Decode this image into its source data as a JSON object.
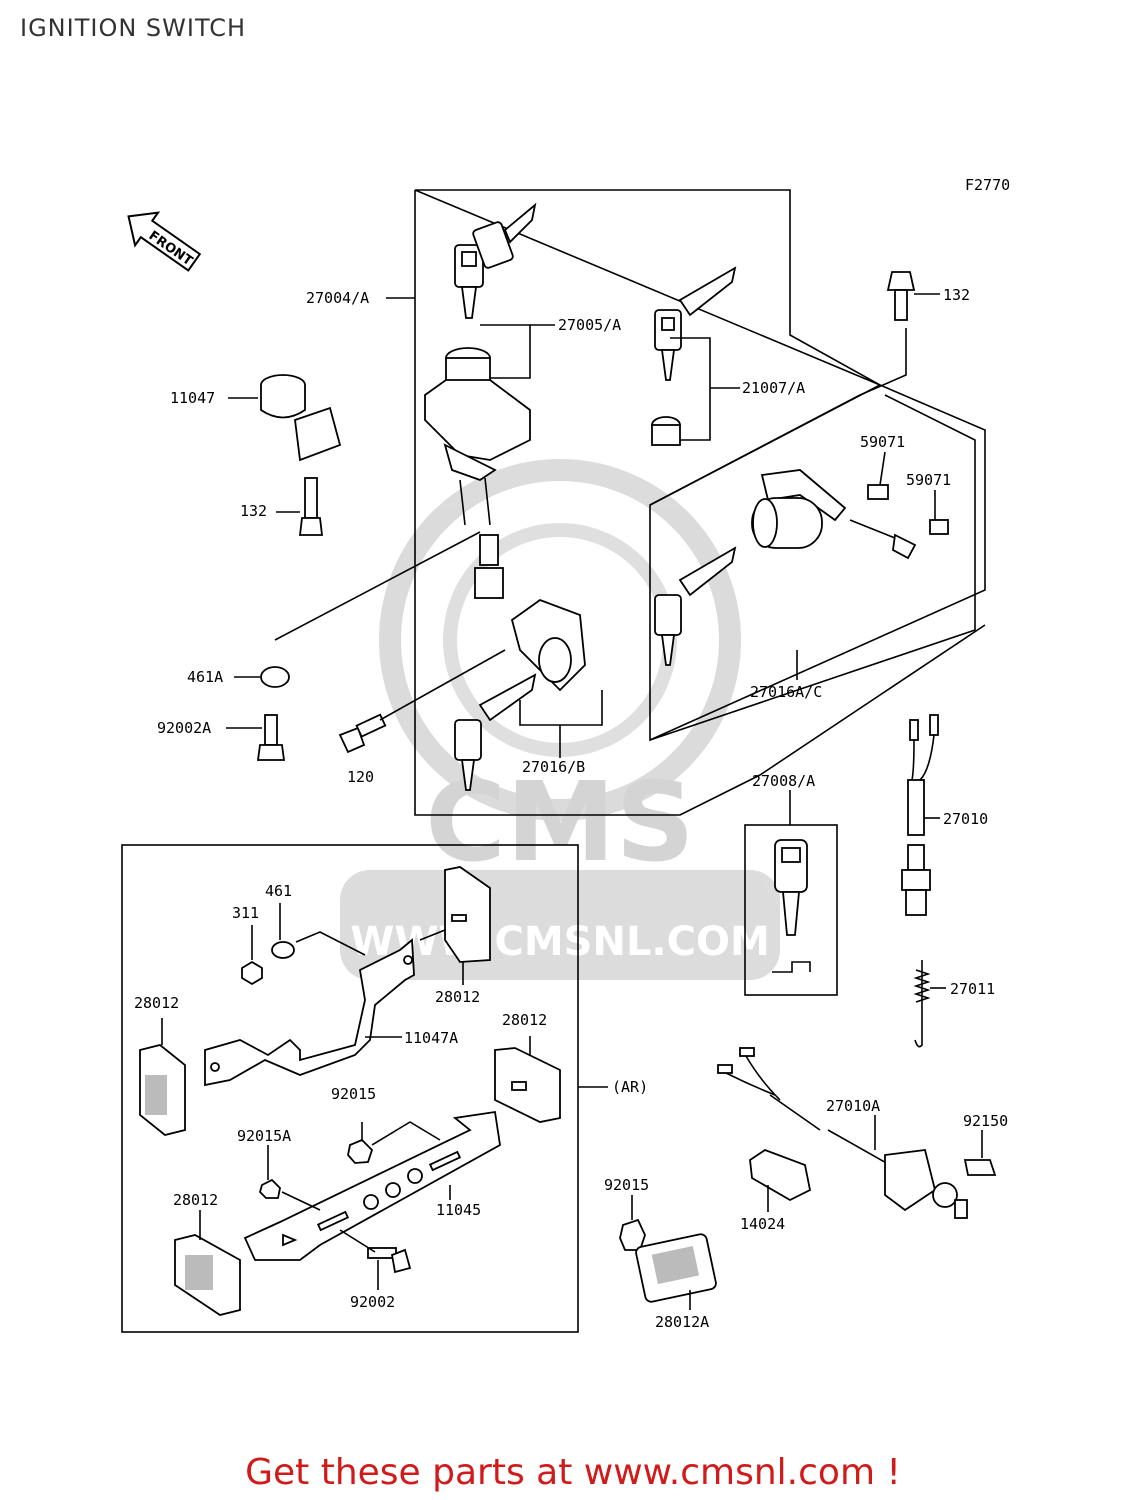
{
  "page": {
    "title": "IGNITION SWITCH",
    "figure_code": "F2770",
    "front_marker": "FRONT",
    "footer": "Get these parts at www.cmsnl.com !",
    "watermark": {
      "logo_text": "CMS",
      "url_text": "WWW.CMSNL.COM"
    }
  },
  "callouts": {
    "c27004A": "27004/A",
    "c27005A": "27005/A",
    "c21007A": "21007/A",
    "c132_top": "132",
    "c11047": "11047",
    "c132_left": "132",
    "c59071_a": "59071",
    "c59071_b": "59071",
    "c461A": "461A",
    "c92002A": "92002A",
    "c120": "120",
    "c27016B": "27016/B",
    "c27016AC": "27016A/C",
    "c27008A": "27008/A",
    "c27010": "27010",
    "c27011": "27011",
    "c461": "461",
    "c311": "311",
    "c28012_a": "28012",
    "c28012_b": "28012",
    "c28012_c": "28012",
    "c28012_d": "28012",
    "c11047A": "11047A",
    "c92015_a": "92015",
    "c92015A": "92015A",
    "c11045": "11045",
    "c92002": "92002",
    "cAR": "(AR)",
    "c27010A": "27010A",
    "c92150": "92150",
    "c92015_b": "92015",
    "c14024": "14024",
    "c28012A": "28012A"
  },
  "colors": {
    "footer_text": "#d11a1a",
    "line_art": "#000000",
    "watermark": "#d0d0d0"
  }
}
